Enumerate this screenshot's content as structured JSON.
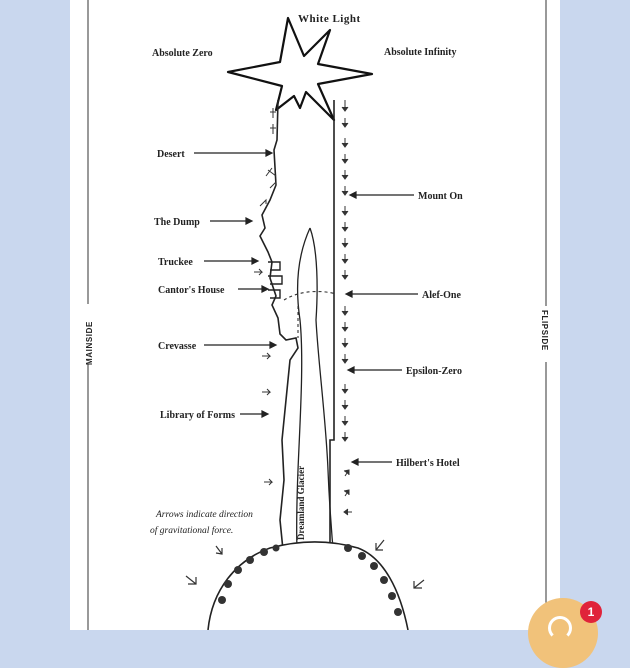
{
  "diagram": {
    "title": "White Light",
    "top_left": "Absolute Zero",
    "top_right": "Absolute Infinity",
    "left_side": "MAINSIDE",
    "right_side": "FLIPSIDE",
    "left_labels": [
      "Desert",
      "The Dump",
      "Truckee",
      "Cantor's House",
      "Crevasse",
      "Library of Forms"
    ],
    "right_labels": [
      "Mount On",
      "Alef-One",
      "Epsilon-Zero",
      "Hilbert's Hotel"
    ],
    "glacier_label": "Dreamland Glacier",
    "note_line1": "Arrows indicate direction",
    "note_line2": "of gravitational force."
  },
  "notification": {
    "count": "1"
  }
}
